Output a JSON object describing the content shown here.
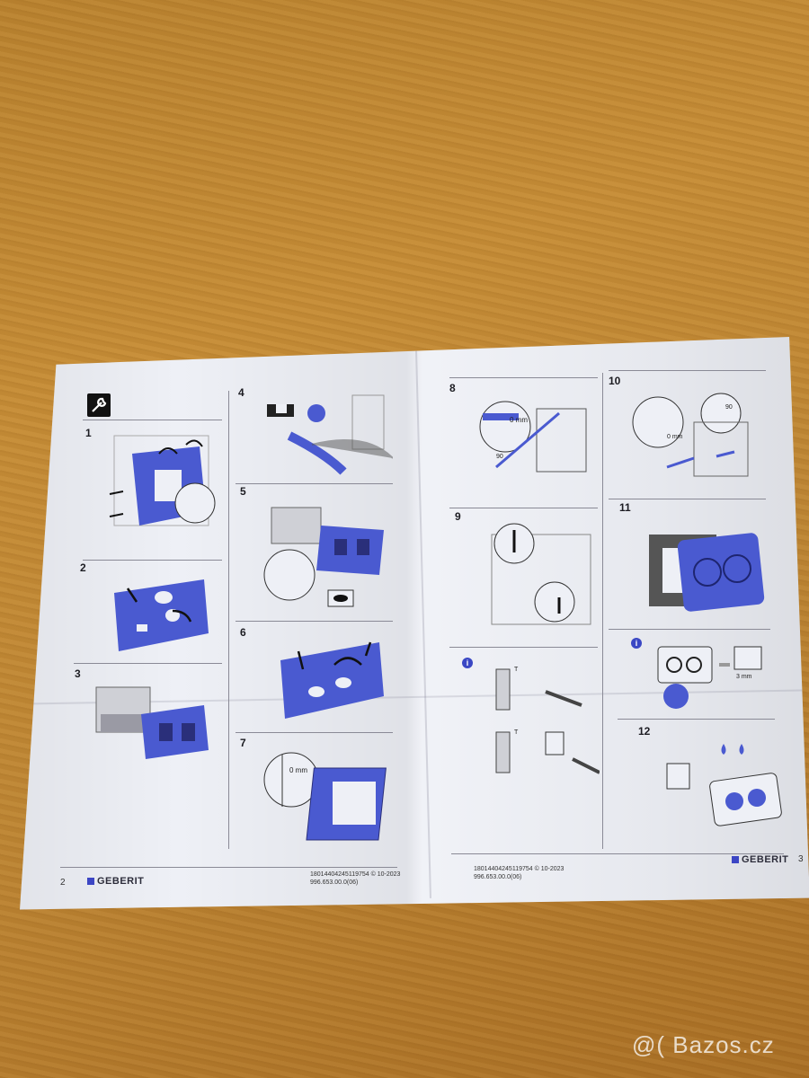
{
  "sheet": {
    "left_page_number": "2",
    "right_page_number": "3",
    "brand_left": "GEBERIT",
    "brand_right": "GEBERIT",
    "doc_code_left_line1": "18014404245119754 © 10-2023",
    "doc_code_left_line2": "996.653.00.0(06)",
    "doc_code_right_line1": "18014404245119754 © 10-2023",
    "doc_code_right_line2": "996.653.00.0(06)"
  },
  "steps": [
    "1",
    "2",
    "3",
    "4",
    "5",
    "6",
    "7",
    "8",
    "9",
    "10",
    "11",
    "12"
  ],
  "labels": {
    "zero_mm": "0 mm",
    "angle_90": "90",
    "three_mm": "3 mm",
    "t_mark": "T",
    "info": "i"
  },
  "watermark": "@( Bazos.cz",
  "colors": {
    "plate_blue": "#4a5ad0",
    "accent_blue": "#3c46c4",
    "paper": "#eef0f6",
    "table_wood": "#c08836"
  }
}
